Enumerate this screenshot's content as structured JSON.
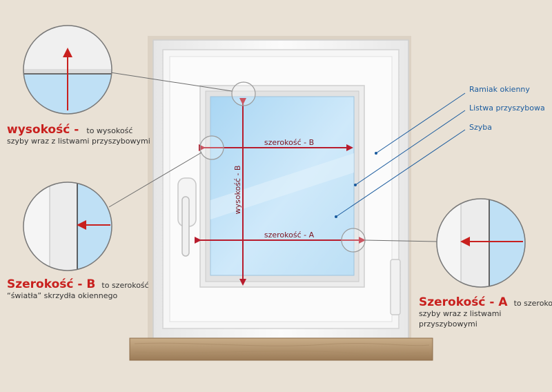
{
  "labels": {
    "frame": "Ramiak okienny",
    "bead": "Listwa przyszybowa",
    "glass": "Szyba"
  },
  "dimensions": {
    "width_b": "szerokość - B",
    "width_a": "szerokość - A",
    "height_b": "wysokość - B"
  },
  "notes": {
    "height": {
      "title": "wysokość -",
      "desc1": "to wysokość",
      "desc2": "szyby wraz z listwami przyszybowymi"
    },
    "width_b": {
      "title": "Szerokość - B",
      "desc1": "to szerokość",
      "desc2": "“światła” skrzydła okiennego"
    },
    "width_a": {
      "title": "Szerokość - A",
      "desc1": "to szerokość",
      "desc2": "szyby wraz z listwami",
      "desc3": "przyszybowymi"
    }
  },
  "colors": {
    "wall": "#e9e1d5",
    "frame": "#f7f7f7",
    "glass": "#bfe0f5",
    "arrow": "#b81c2d",
    "arrow_light": "#e68b8b",
    "label_blue": "#1a5b9e",
    "title_red": "#c8201e",
    "sill": "#b59875"
  }
}
